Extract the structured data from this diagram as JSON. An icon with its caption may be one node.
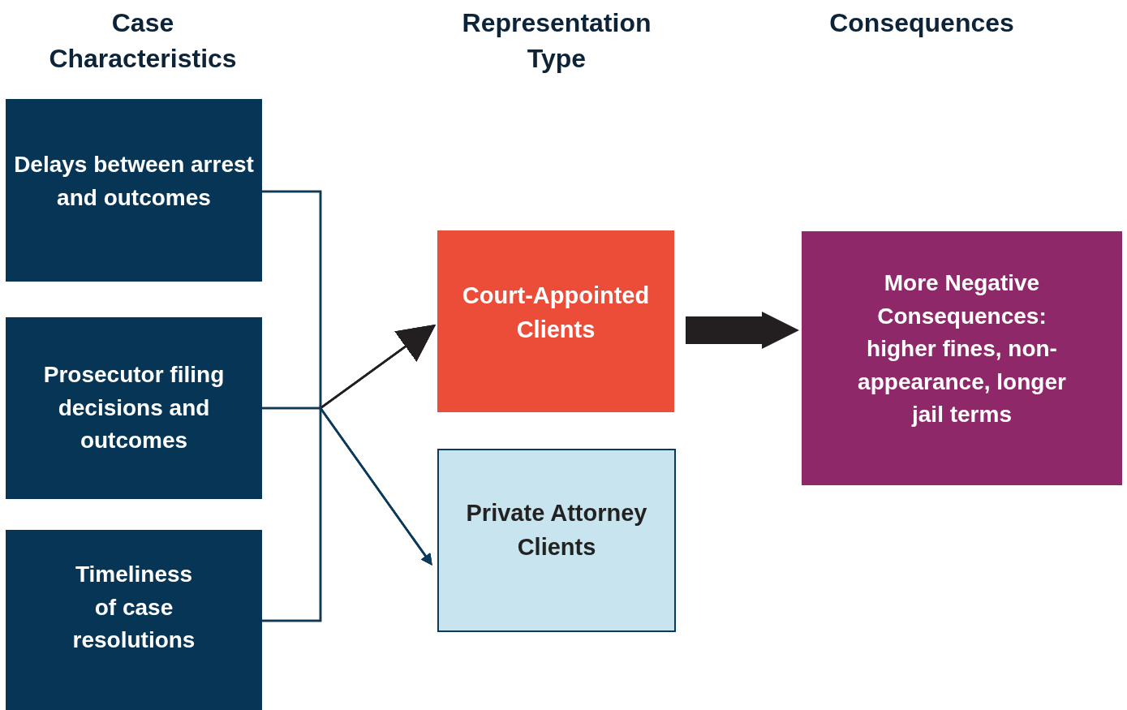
{
  "diagram": {
    "nodes": [
      {
        "text": [
          "Delays between arrest and outcomes"
        ]
      },
      {
        "text": [
          "Prosecutor filing decisions and outcomes"
        ]
      },
      {
        "text": [
          "Timeliness of case resolutions"
        ]
      },
      {
        "text": [
          "Court-Appointed Clients"
        ]
      },
      {
        "text": [
          "Private Attorney Clients"
        ]
      },
      {
        "text": [
          "More Negative Consequences: higher fines, non-appearance, longer jail terms"
        ]
      }
    ],
    "edges": [
      {
        "from": 0,
        "to": 3,
        "arrow": "to"
      },
      {
        "from": 1,
        "to": 3,
        "arrow": "to"
      },
      {
        "from": 2,
        "to": 3,
        "arrow": "to"
      },
      {
        "from": 0,
        "to": 4,
        "arrow": "to",
        "color": "#0b3a5a"
      },
      {
        "from": 1,
        "to": 4,
        "arrow": "to",
        "color": "#0b3a5a"
      },
      {
        "from": 2,
        "to": 4,
        "arrow": "to",
        "color": "#0b3a5a"
      },
      {
        "from": 3,
        "to": 5,
        "arrow": "to",
        "style": "thick"
      }
    ],
    "labels": [
      "Case Characteristics",
      "Representation Type",
      "Consequences"
    ]
  }
}
